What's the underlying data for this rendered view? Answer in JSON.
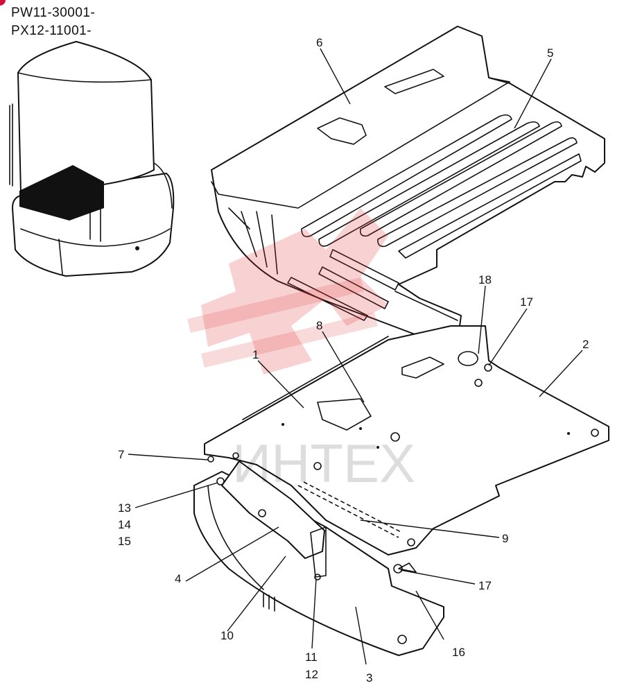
{
  "serial_numbers": [
    "PW11-30001-",
    "PX12-11001-"
  ],
  "watermark": {
    "text": "ИНТЕХ",
    "color": "#e03030"
  },
  "callouts": {
    "c1": "1",
    "c2": "2",
    "c3": "3",
    "c4": "4",
    "c5": "5",
    "c6": "6",
    "c7": "7",
    "c8": "8",
    "c9": "9",
    "c10": "10",
    "c11": "11",
    "c12": "12",
    "c13": "13",
    "c14": "14",
    "c15": "15",
    "c16": "16",
    "c17a": "17",
    "c17b": "17",
    "c18": "18"
  }
}
